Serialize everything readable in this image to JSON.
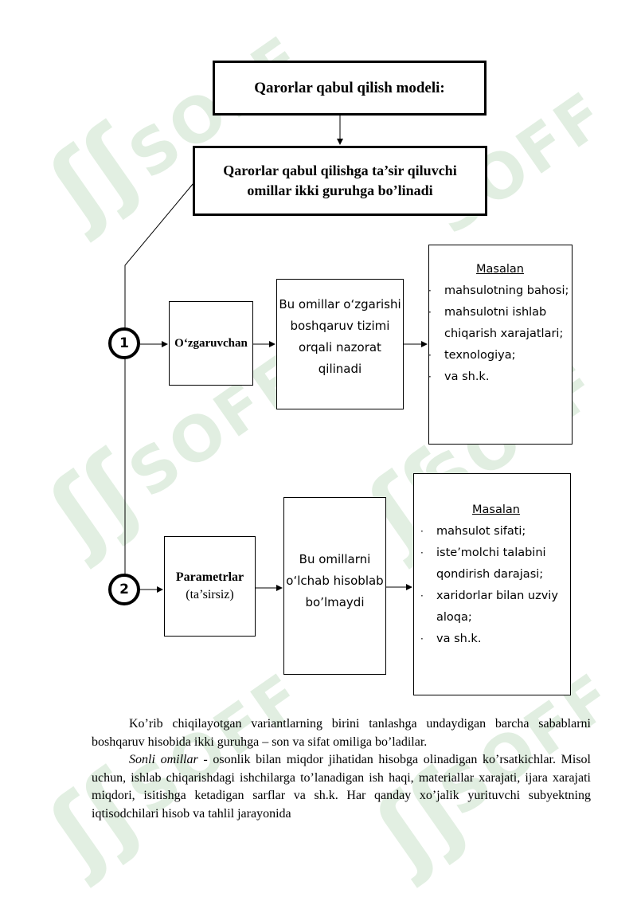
{
  "watermark": "SOFF",
  "diagram": {
    "top_box": "Qarorlar qabul qilish modeli:",
    "second_box_line1": "Qarorlar qabul qilishga ta’sir qiluvchi",
    "second_box_line2": "omillar ikki guruhga bo’linadi",
    "group1": {
      "number": "1",
      "label": "O‘zgaruvchan",
      "desc": [
        "Bu omillar o‘zgarishi",
        "boshqaruv tizimi",
        "orqali nazorat",
        "qilinadi"
      ],
      "examples_header": "Masalan",
      "examples": [
        "mahsulotning bahosi;",
        "mahsulotni ishlab",
        "chiqarish xarajatlari;",
        "texnologiya;",
        "va sh.k."
      ]
    },
    "group2": {
      "number": "2",
      "label": "Parametrlar",
      "sublabel": "(ta’sirsiz)",
      "desc": [
        "Bu omillarni",
        "o‘lchab hisoblab",
        "bo’lmaydi"
      ],
      "examples_header": "Masalan",
      "examples": [
        "mahsulot sifati;",
        "iste’molchi talabini",
        "qondirish darajasi;",
        "xaridorlar bilan uzviy",
        "aloqa;",
        "va sh.k."
      ]
    }
  },
  "text": {
    "p1": "Ko’rib chiqilayotgan variantlarning birini tanlashga undaydigan barcha sabablarni boshqaruv hisobida ikki guruhga – son va sifat omiliga bo’ladilar.",
    "p2_term": "Sonli omillar",
    "p2_rest": " - osonlik bilan miqdor jihatidan hisobga olinadigan ko’rsatkichlar. Misol uchun, ishlab chiqarishdagi ishchilarga to’lanadigan ish haqi, materiallar xarajati, ijara xarajati miqdori, isitishga ketadigan sarflar va sh.k. Har qanday xo’jalik yurituvchi subyektning iqtisodchilari hisob va tahlil jarayonida"
  }
}
